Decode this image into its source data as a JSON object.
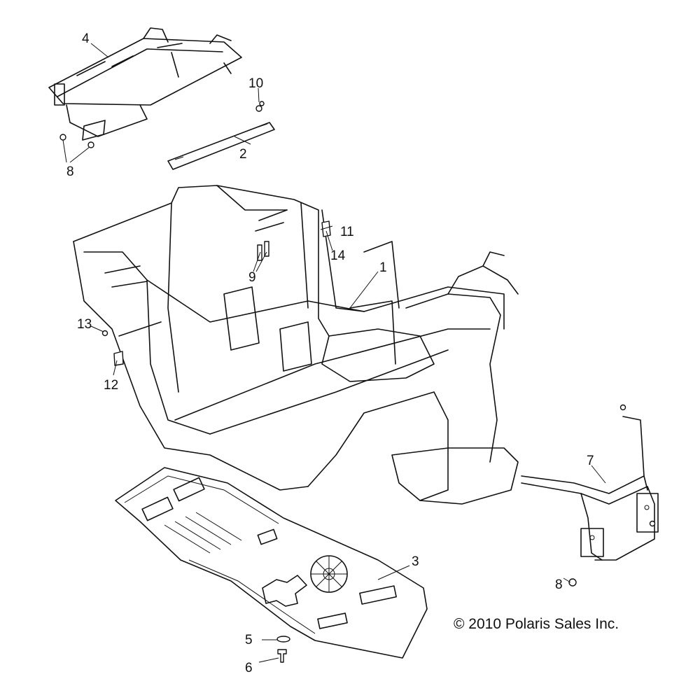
{
  "diagram": {
    "callouts": [
      {
        "id": "c1",
        "label": "1"
      },
      {
        "id": "c2",
        "label": "2"
      },
      {
        "id": "c3",
        "label": "3"
      },
      {
        "id": "c4",
        "label": "4"
      },
      {
        "id": "c5",
        "label": "5"
      },
      {
        "id": "c6",
        "label": "6"
      },
      {
        "id": "c7",
        "label": "7"
      },
      {
        "id": "c8a",
        "label": "8"
      },
      {
        "id": "c8b",
        "label": "8"
      },
      {
        "id": "c9",
        "label": "9"
      },
      {
        "id": "c10",
        "label": "10"
      },
      {
        "id": "c11",
        "label": "11"
      },
      {
        "id": "c12",
        "label": "12"
      },
      {
        "id": "c13",
        "label": "13"
      },
      {
        "id": "c14",
        "label": "14"
      }
    ],
    "copyright": "© 2010 Polaris Sales Inc."
  }
}
